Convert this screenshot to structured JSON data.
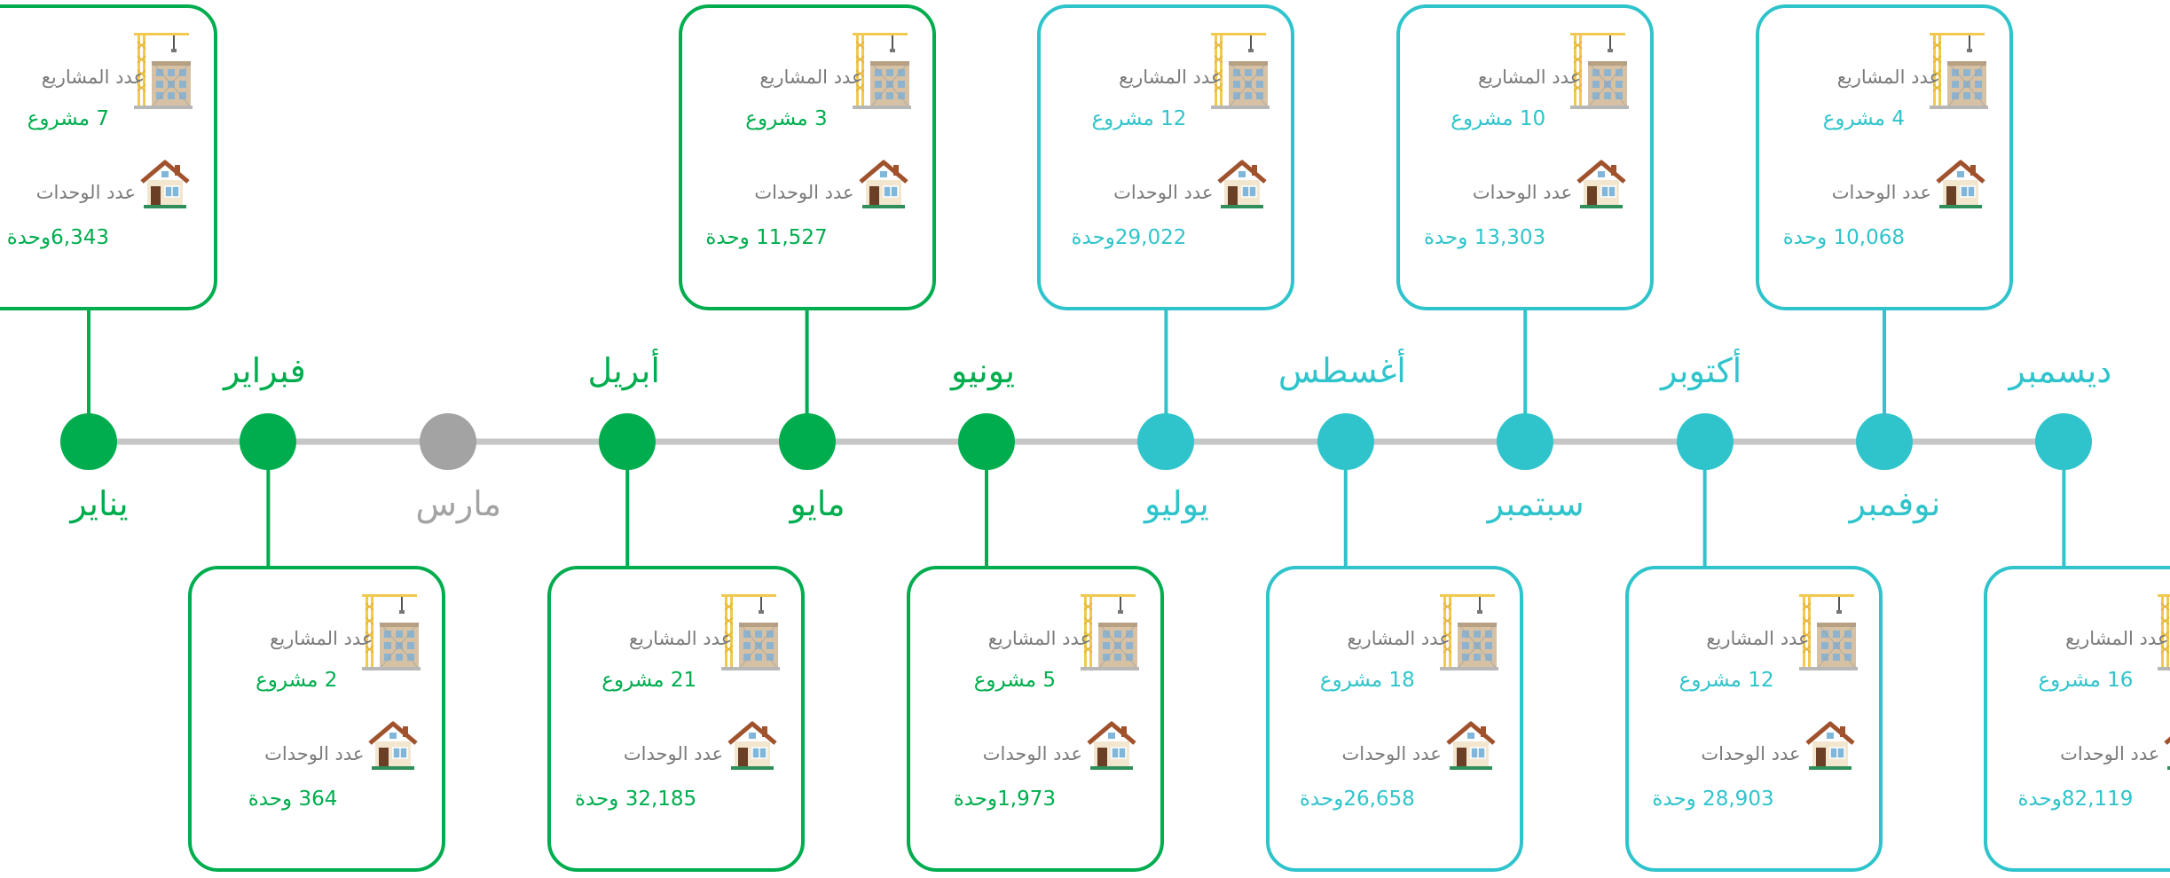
{
  "colors": {
    "teal": "#2fc4cb",
    "green": "#00ad4e",
    "grey": "#a3a3a3",
    "line": "#c6c6c6",
    "label": "#7a7a7a"
  },
  "labels": {
    "projects": "عدد المشاريع",
    "units": "عدد الوحدات"
  },
  "icons": {
    "projects": "building-crane-icon",
    "units": "house-icon"
  },
  "months": [
    {
      "name": "ديسمبر",
      "color": "teal",
      "label_pos": "top",
      "card_pos": "bottom",
      "projects": "16 مشروع",
      "units": "82,119وحدة"
    },
    {
      "name": "نوفمبر",
      "color": "teal",
      "label_pos": "bottom",
      "card_pos": "top",
      "projects": "4 مشروع",
      "units": "10,068 وحدة"
    },
    {
      "name": "أكتوبر",
      "color": "teal",
      "label_pos": "top",
      "card_pos": "bottom",
      "projects": "12 مشروع",
      "units": "28,903 وحدة"
    },
    {
      "name": "سبتمبر",
      "color": "teal",
      "label_pos": "bottom",
      "card_pos": "top",
      "projects": "10 مشروع",
      "units": "13,303 وحدة"
    },
    {
      "name": "أغسطس",
      "color": "teal",
      "label_pos": "top",
      "card_pos": "bottom",
      "projects": "18 مشروع",
      "units": "26,658وحدة"
    },
    {
      "name": "يوليو",
      "color": "teal",
      "label_pos": "bottom",
      "card_pos": "top",
      "projects": "12 مشروع",
      "units": "29,022وحدة"
    },
    {
      "name": "يونيو",
      "color": "green",
      "label_pos": "top",
      "card_pos": "bottom",
      "projects": "5 مشروع",
      "units": "1,973وحدة"
    },
    {
      "name": "مايو",
      "color": "green",
      "label_pos": "bottom",
      "card_pos": "top",
      "projects": "3 مشروع",
      "units": "11,527 وحدة"
    },
    {
      "name": "أبريل",
      "color": "green",
      "label_pos": "top",
      "card_pos": "bottom",
      "projects": "21 مشروع",
      "units": "32,185 وحدة"
    },
    {
      "name": "مارس",
      "color": "grey",
      "label_pos": "bottom",
      "card_pos": "none",
      "projects": null,
      "units": null
    },
    {
      "name": "فبراير",
      "color": "green",
      "label_pos": "top",
      "card_pos": "bottom",
      "projects": "2 مشروع",
      "units": "364 وحدة"
    },
    {
      "name": "يناير",
      "color": "green",
      "label_pos": "bottom",
      "card_pos": "top",
      "projects": "7 مشروع",
      "units": "6,343وحدة"
    }
  ]
}
